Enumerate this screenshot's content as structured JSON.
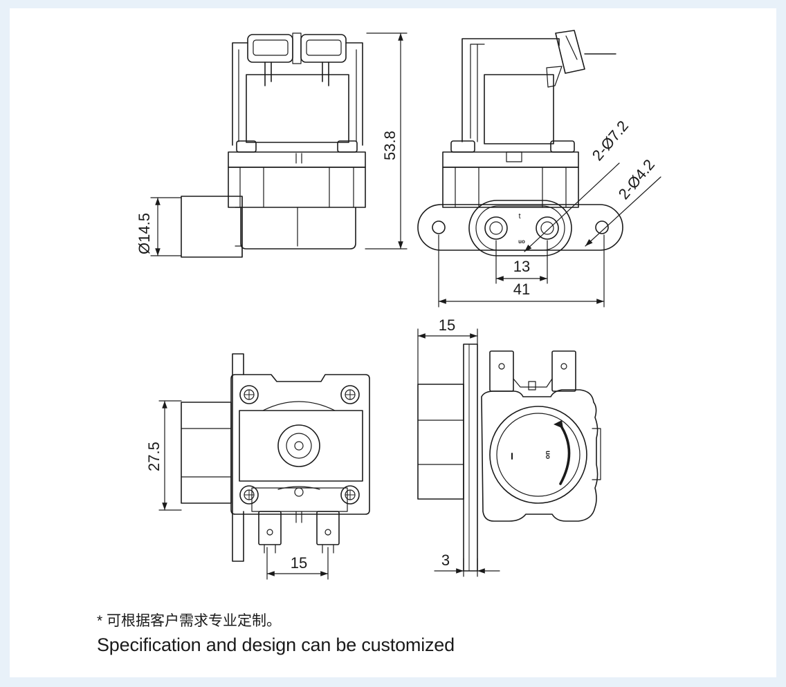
{
  "diagram": {
    "dimensions": {
      "height_total": "53.8",
      "outlet_dia": "Ø14.5",
      "hole_pitch": "13",
      "flange_width": "41",
      "hole_outer_dia": "2-Ø7.2",
      "hole_inner_dia": "2-Ø4.2",
      "body_height": "27.5",
      "terminal_pitch": "15",
      "side_depth": "15",
      "flange_thickness": "3"
    },
    "panel_marks": {
      "port_mark_a": "t",
      "port_mark_b": "uo",
      "knob_mark": "uo"
    }
  },
  "notes": {
    "cn": "* 可根据客户需求专业定制。",
    "en": "Specification and design can be customized"
  },
  "colors": {
    "page_background": "#e8f1f9",
    "sheet": "#ffffff",
    "line": "#1a1a1a"
  }
}
